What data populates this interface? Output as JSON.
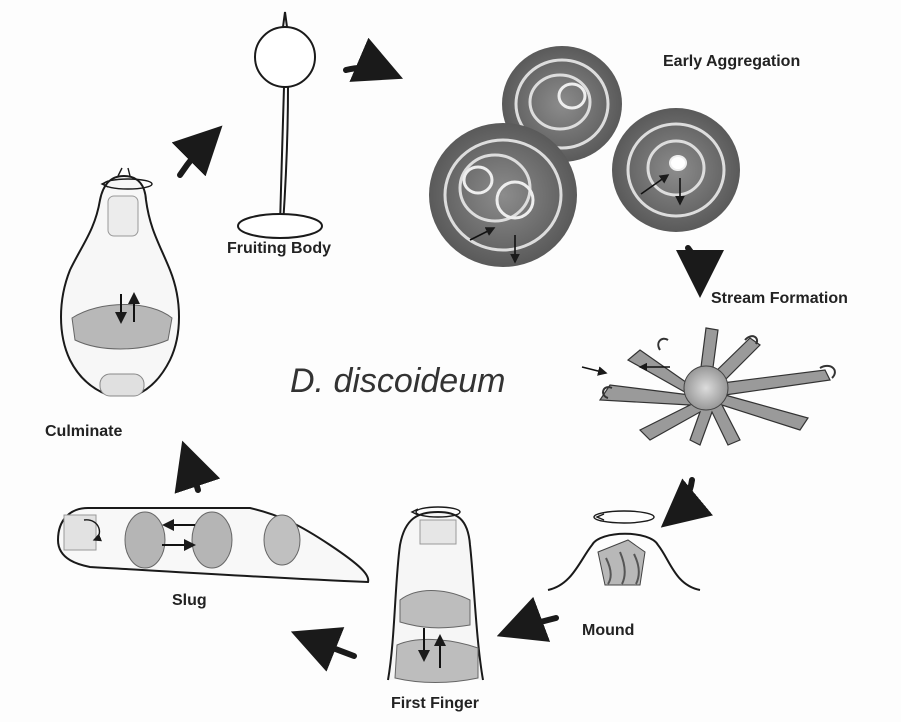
{
  "title": "D. discoideum",
  "stages": {
    "fruiting_body": "Fruiting Body",
    "early_aggregation": "Early Aggregation",
    "stream_formation": "Stream Formation",
    "mound": "Mound",
    "first_finger": "First Finger",
    "slug": "Slug",
    "culminate": "Culminate"
  },
  "colors": {
    "ink": "#1a1a1a",
    "aggregate_fill": "#6e6e6e",
    "aggregate_ring": "#d8d8d8",
    "cell_mass": "#bdbdbd"
  }
}
